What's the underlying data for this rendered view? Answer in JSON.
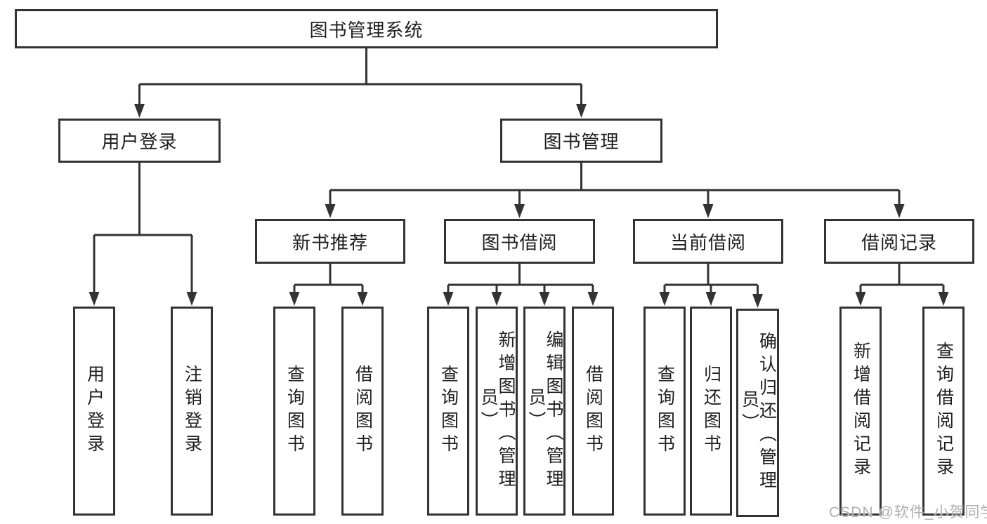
{
  "d": {
    "root": "图书管理系统",
    "login": {
      "label": "用户登录",
      "children": [
        "用户登录",
        "注销登录"
      ]
    },
    "mgmt": {
      "label": "图书管理"
    },
    "new_book": {
      "label": "新书推荐",
      "children": [
        "查询图书",
        "借阅图书"
      ]
    },
    "borrow": {
      "label": "图书借阅",
      "children": [
        "查询图书",
        "新增图书（管理员）",
        "编辑图书（管理员）",
        "借阅图书"
      ]
    },
    "current": {
      "label": "当前借阅",
      "children": [
        "查询图书",
        "归还图书",
        "确认归还（管理员）"
      ]
    },
    "records": {
      "label": "借阅记录",
      "children": [
        "新增借阅记录",
        "查询借阅记录"
      ]
    }
  },
  "watermark": "CSDN @软件_小贺同学",
  "colors": {
    "line": "#333333",
    "text": "#1f1f1f",
    "watermark": "#b0b0b0",
    "background": "#ffffff"
  }
}
